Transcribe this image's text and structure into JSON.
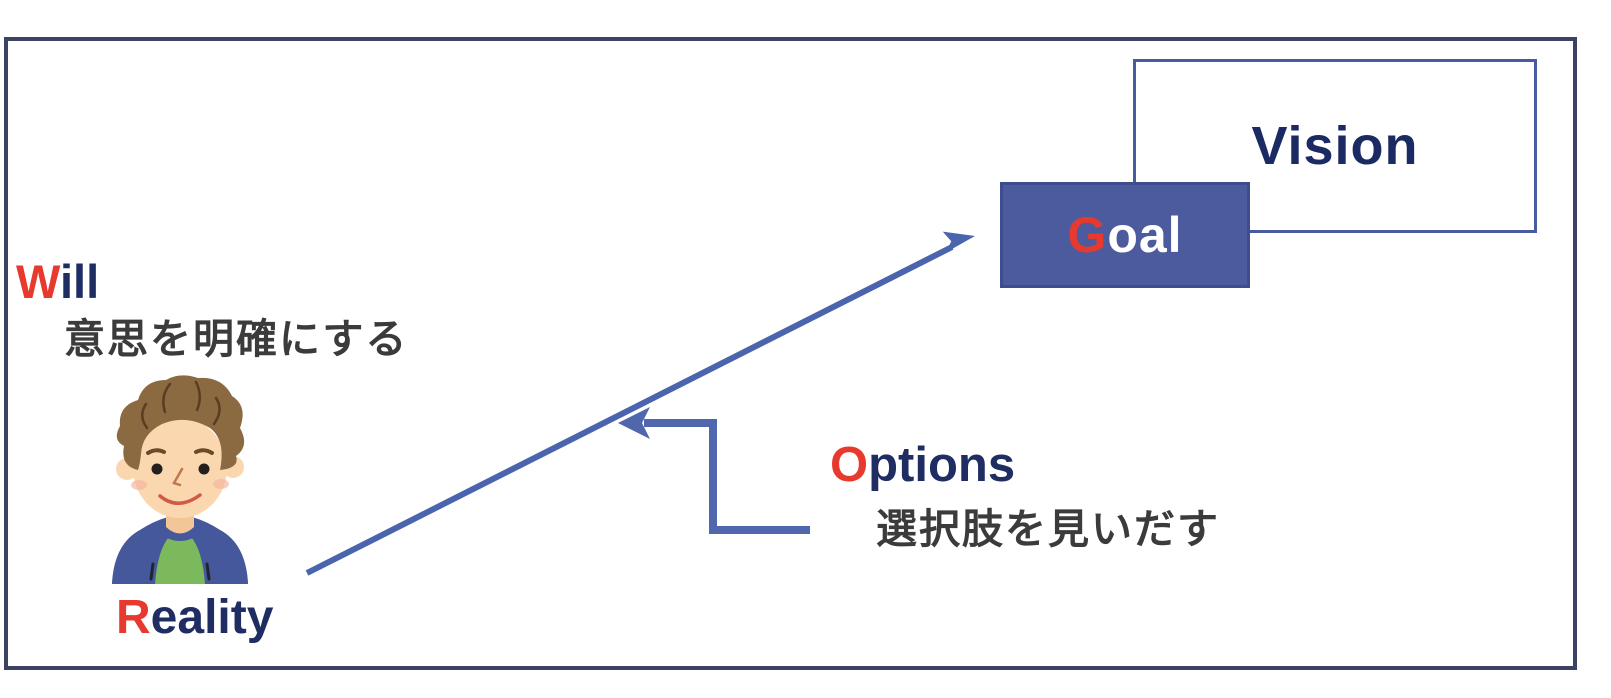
{
  "diagram": {
    "title": "GROW model diagram",
    "boxes": {
      "vision": {
        "label": "Vision"
      },
      "goal": {
        "lead": "G",
        "rest": "oal"
      }
    },
    "labels": {
      "will": {
        "lead": "W",
        "rest": "ill",
        "note_ja": "意思を明確にする"
      },
      "reality": {
        "lead": "R",
        "rest": "eality"
      },
      "options": {
        "lead": "O",
        "rest": "ptions",
        "note_ja": "選択肢を見いだす"
      }
    },
    "icons": {
      "person": "person-illustration"
    },
    "colors": {
      "accent_red": "#e8392f",
      "navy_text": "#1f2d63",
      "goal_fill": "#4c5b9d",
      "goal_border": "#3e4d8e",
      "vision_border": "#4a5a9e",
      "frame_border": "#3b4262",
      "arrow_blue": "#4a64ae",
      "connector_blue": "#5066ad",
      "note_text": "#3b3b3b"
    }
  }
}
